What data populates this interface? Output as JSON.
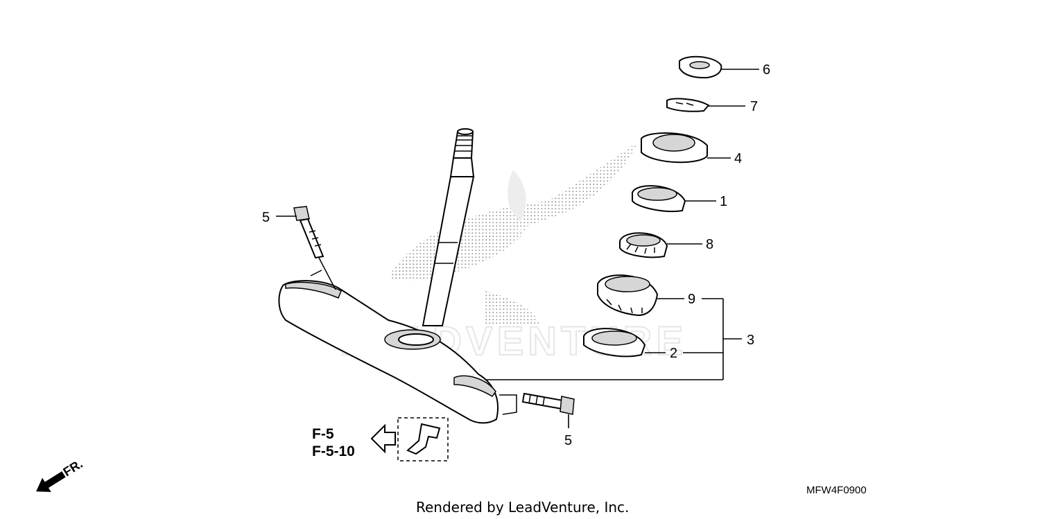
{
  "diagram": {
    "callouts": [
      {
        "id": "c6",
        "label": "6"
      },
      {
        "id": "c7",
        "label": "7"
      },
      {
        "id": "c4",
        "label": "4"
      },
      {
        "id": "c1",
        "label": "1"
      },
      {
        "id": "c8",
        "label": "8"
      },
      {
        "id": "c9",
        "label": "9"
      },
      {
        "id": "c3",
        "label": "3"
      },
      {
        "id": "c2",
        "label": "2"
      },
      {
        "id": "c5a",
        "label": "5"
      },
      {
        "id": "c5b",
        "label": "5"
      }
    ],
    "refs": [
      "F-5",
      "F-5-10"
    ],
    "front_label": "FR.",
    "diagram_code": "MFW4F0900",
    "watermark": "LEADVENTURE",
    "credit": "Rendered by LeadVenture, Inc."
  },
  "colors": {
    "ink": "#000000",
    "background": "#ffffff",
    "watermark": "#e6e6e6"
  }
}
